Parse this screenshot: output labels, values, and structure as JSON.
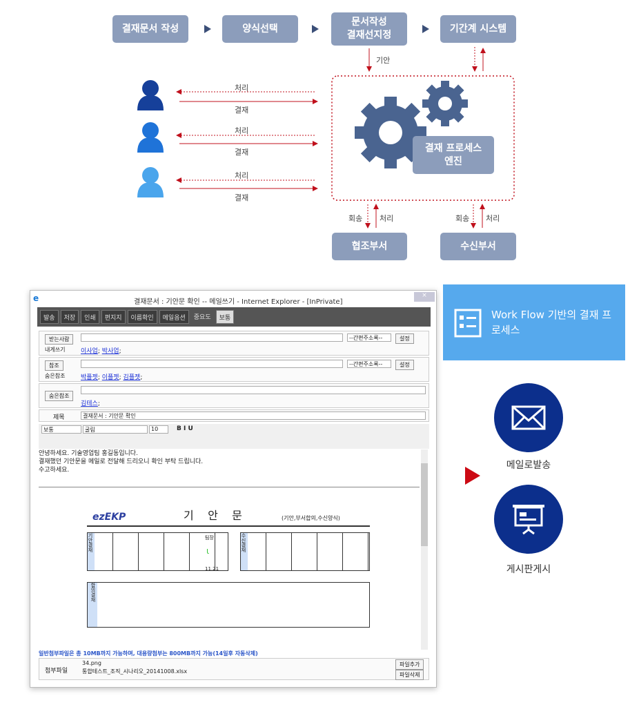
{
  "flow": {
    "steps": [
      "결재문서 작성",
      "양식선택",
      "문서작성\n결재선지정",
      "기간계 시스템"
    ],
    "draft_label": "기안",
    "engine_label": "결재 프로세스\n엔진",
    "lanes": [
      {
        "back": "처리",
        "forward": "결재"
      },
      {
        "back": "처리",
        "forward": "결재"
      },
      {
        "back": "처리",
        "forward": "결재"
      }
    ],
    "bottom": [
      {
        "name": "협조부서",
        "return": "회송",
        "process": "처리"
      },
      {
        "name": "수신부서",
        "return": "회송",
        "process": "처리"
      }
    ],
    "colors": {
      "box": "#8c9dbb",
      "gear": "#4a6490",
      "arrow": "#c0101c",
      "person1": "#16409a",
      "person2": "#1f73d8",
      "person3": "#4aa5ec"
    }
  },
  "overlay": {
    "title": "Work Flow 기반의 결재 프로세스",
    "icon": "clipboard-icon"
  },
  "window": {
    "title": "결재문서 : 기안문 확인 -- 메일쓰기 - Internet Explorer - [InPrivate]",
    "toolbar": [
      "발송",
      "저장",
      "인쇄",
      "편지지",
      "이름확인",
      "메일옵션"
    ],
    "importance_label": "중요도",
    "importance_value": "보통",
    "to": {
      "label": "받는사람",
      "self_label": "내게쓰기",
      "addressbook": "--간편주소록--",
      "set": "설정",
      "recipients": [
        "이사업",
        "박사업"
      ]
    },
    "cc": {
      "label": "참조",
      "bcc_toggle": "숨은참조",
      "addressbook": "--간편주소록--",
      "set": "설정",
      "recipients": [
        "박플젯",
        "이플젯",
        "김플젯"
      ]
    },
    "bcc": {
      "label": "숨은참조",
      "recipients": [
        "김테스"
      ]
    },
    "subject": {
      "label": "제목",
      "value": "결재문서 : 기안문 확인"
    },
    "editor": {
      "style": "보통",
      "font": "굴림",
      "size": "10",
      "body": [
        "안녕하세요. 기술영업팀 홍길동입니다.",
        "결재했던 기안문을 메일로 전달해 드리오니 확인 부탁 드립니다.",
        "수고하세요."
      ]
    },
    "doc": {
      "logo": "ezEKP",
      "title": "기    안    문",
      "subtitle": "(기안,부서합의,수신양식)",
      "draft_side": "기안결재",
      "recv_side": "수신결재",
      "agree_side": "합의결재",
      "approver_role": "팀장",
      "approver_date": "11.21"
    },
    "notice": "일반첨부파일은 총 10MB까지 가능하며, 대용량첨부는 800MB까지 가능(14일후 자동삭제)",
    "attach": {
      "label": "첨부파일",
      "files": [
        "34.png",
        "통합테스트_조직_시나리오_20141008.xlsx"
      ],
      "add": "파일추가",
      "delete": "파일삭제"
    }
  },
  "outputs": [
    {
      "label": "메일로발송",
      "icon": "envelope-icon"
    },
    {
      "label": "게시판게시",
      "icon": "presentation-board-icon"
    }
  ]
}
